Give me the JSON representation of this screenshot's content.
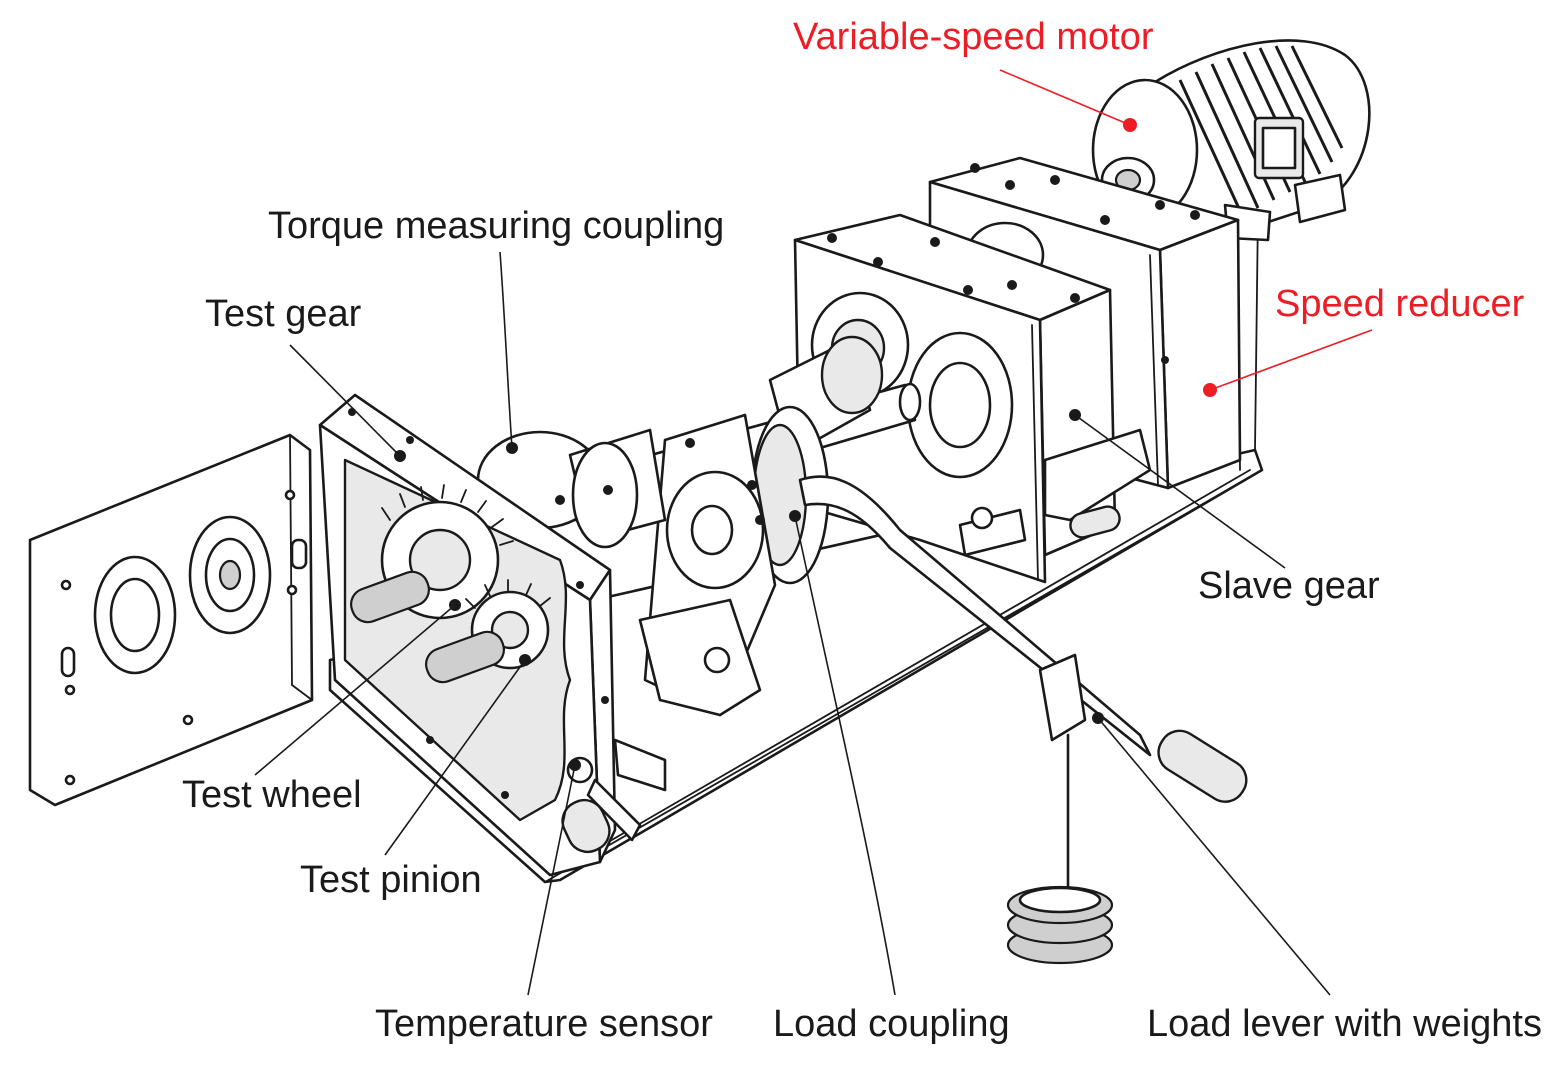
{
  "diagram": {
    "accent_color": "#ee1c24",
    "ink_color": "#1a1a1a",
    "labels": {
      "variable_speed_motor": "Variable-speed motor",
      "speed_reducer": "Speed reducer",
      "torque_measuring_coupling": "Torque measuring coupling",
      "test_gear": "Test gear",
      "slave_gear": "Slave gear",
      "test_wheel": "Test wheel",
      "test_pinion": "Test pinion",
      "temperature_sensor": "Temperature sensor",
      "load_coupling": "Load coupling",
      "load_lever_with_weights": "Load lever with weights"
    }
  }
}
